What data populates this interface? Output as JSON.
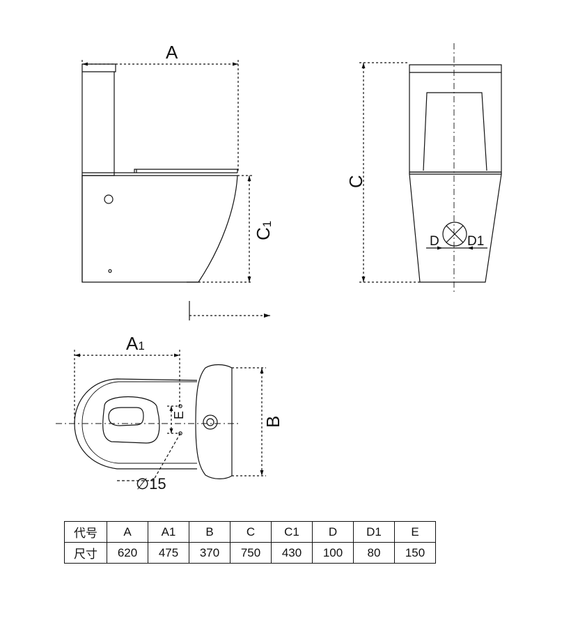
{
  "labels": {
    "A": "A",
    "C": "C",
    "C1_base": "C",
    "C1_sub": "1",
    "D": "D",
    "D1": "D1",
    "A1_base": "A",
    "A1_sub": "1",
    "E": "E",
    "B": "B",
    "phi15": "∅15"
  },
  "table": {
    "row_labels": [
      "代号",
      "尺寸"
    ],
    "codes": [
      "A",
      "A1",
      "B",
      "C",
      "C1",
      "D",
      "D1",
      "E"
    ],
    "sizes": [
      "620",
      "475",
      "370",
      "750",
      "430",
      "100",
      "80",
      "150"
    ]
  }
}
